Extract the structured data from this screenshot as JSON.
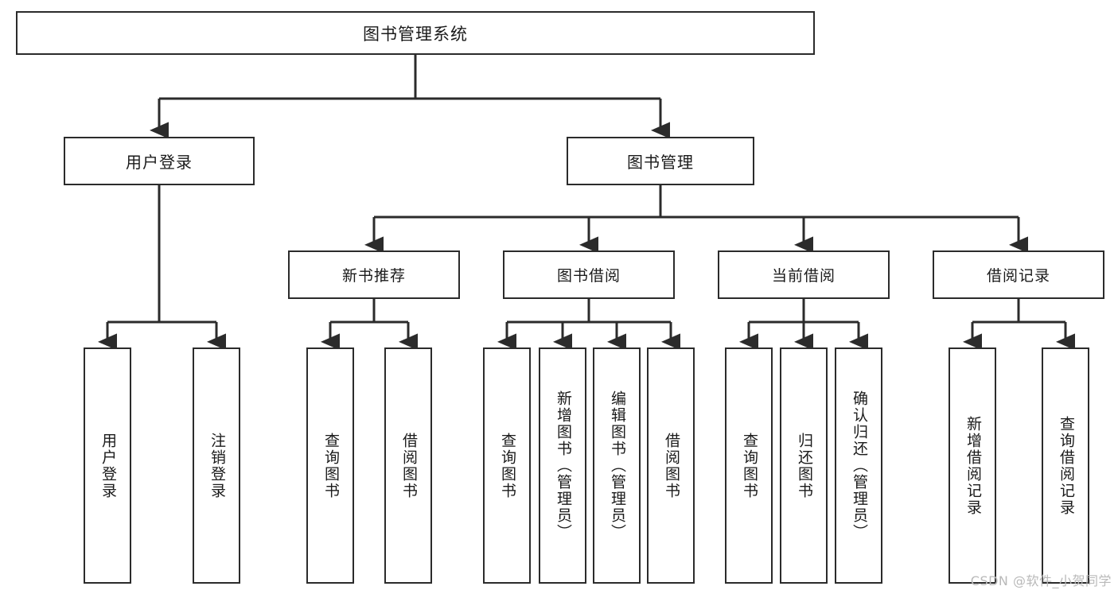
{
  "diagram": {
    "title": "图书管理系统",
    "type": "tree-hierarchy-chart",
    "orientation": "top-down",
    "box_fill": "#ffffff",
    "box_stroke": "#2b2b2b",
    "connector_color": "#2b2b2b",
    "background": "#ffffff"
  },
  "root": {
    "label": "图书管理系统"
  },
  "level1": [
    {
      "label": "用户登录"
    },
    {
      "label": "图书管理"
    }
  ],
  "level2": [
    {
      "label": "新书推荐"
    },
    {
      "label": "图书借阅"
    },
    {
      "label": "当前借阅"
    },
    {
      "label": "借阅记录"
    }
  ],
  "leaves": {
    "user_login": [
      {
        "label": "用户登录"
      },
      {
        "label": "注销登录"
      }
    ],
    "new_book_recommend": [
      {
        "label": "查询图书"
      },
      {
        "label": "借阅图书"
      }
    ],
    "book_borrow": [
      {
        "label": "查询图书"
      },
      {
        "label": "新增图书（管理员）"
      },
      {
        "label": "编辑图书（管理员）"
      },
      {
        "label": "借阅图书"
      }
    ],
    "current_borrow": [
      {
        "label": "查询图书"
      },
      {
        "label": "归还图书"
      },
      {
        "label": "确认归还（管理员）"
      }
    ],
    "borrow_records": [
      {
        "label": "新增借阅记录"
      },
      {
        "label": "查询借阅记录"
      }
    ]
  },
  "watermark": {
    "text": "CSDN @软件_小贺同学"
  }
}
